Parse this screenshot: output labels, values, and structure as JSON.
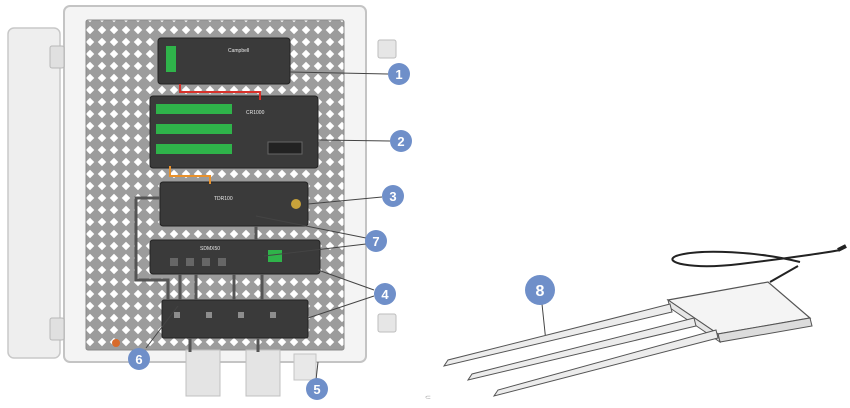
{
  "colors": {
    "callout": "#6f8fc9",
    "enclosure": "#f2f2f2",
    "backplate": "#9c9c9c",
    "module": "#3a3a3a",
    "terminal_green": "#2fb34a",
    "wire_red": "#d8322b",
    "wire_orange": "#e8912c",
    "cable": "#555555"
  },
  "modules": {
    "regulator_label": "Campbell",
    "logger_label": "CR1000",
    "tdr_label": "TDR100",
    "mux_label": "SDMX50"
  },
  "callouts": [
    {
      "number": "1"
    },
    {
      "number": "2"
    },
    {
      "number": "3"
    },
    {
      "number": "4"
    },
    {
      "number": "5"
    },
    {
      "number": "6"
    },
    {
      "number": "7"
    },
    {
      "number": "8"
    }
  ],
  "misc": {
    "stray_mark": "⸦"
  }
}
